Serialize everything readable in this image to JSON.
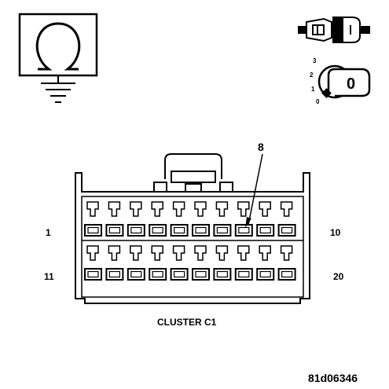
{
  "icons": {
    "ground_symbol": "omega-ground-icon",
    "connector_symbol": "connector-plug-icon",
    "ignition_symbol": "ignition-key-icon"
  },
  "ignition": {
    "positions": [
      "3",
      "2",
      "1",
      "0"
    ],
    "key_label": "0"
  },
  "connector": {
    "title": "CLUSTER C1",
    "callout_pin": "8",
    "row1_start": "1",
    "row1_end": "10",
    "row2_start": "11",
    "row2_end": "20",
    "pins_per_row": 10
  },
  "figure_id": "81d06346"
}
